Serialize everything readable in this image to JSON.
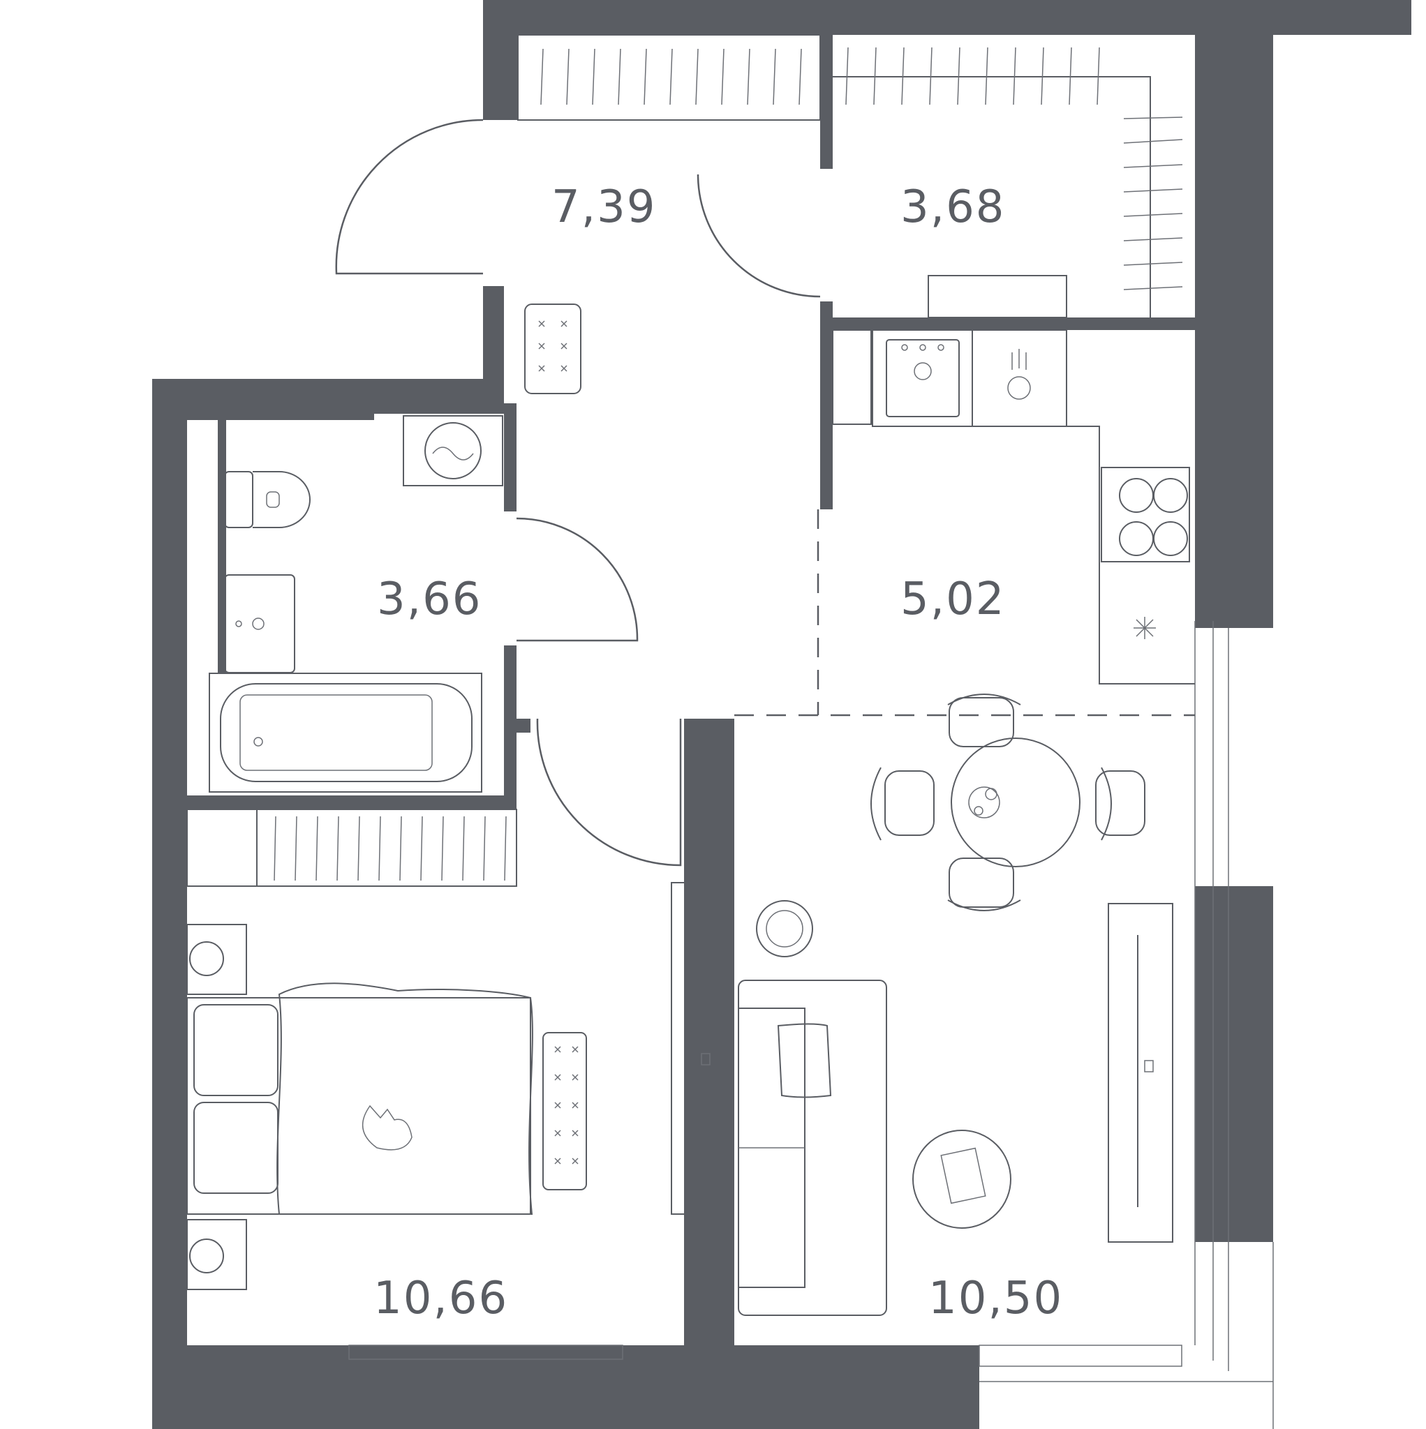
{
  "plan": {
    "rooms": [
      {
        "id": "hall",
        "area": "7,39"
      },
      {
        "id": "wardrobe",
        "area": "3,68"
      },
      {
        "id": "bathroom",
        "area": "3,66"
      },
      {
        "id": "kitchen",
        "area": "5,02"
      },
      {
        "id": "bedroom",
        "area": "10,66"
      },
      {
        "id": "living",
        "area": "10,50"
      }
    ],
    "colors": {
      "wall": "#5a5d63",
      "line": "#5a5d63",
      "background": "#ffffff"
    },
    "icons": [
      "door-swing-icon",
      "bed-icon",
      "sofa-icon",
      "dining-table-icon",
      "stove-icon",
      "sink-icon",
      "toilet-icon",
      "bathtub-icon",
      "washing-machine-icon",
      "tv-unit-icon",
      "plant-icon",
      "cat-icon"
    ]
  }
}
